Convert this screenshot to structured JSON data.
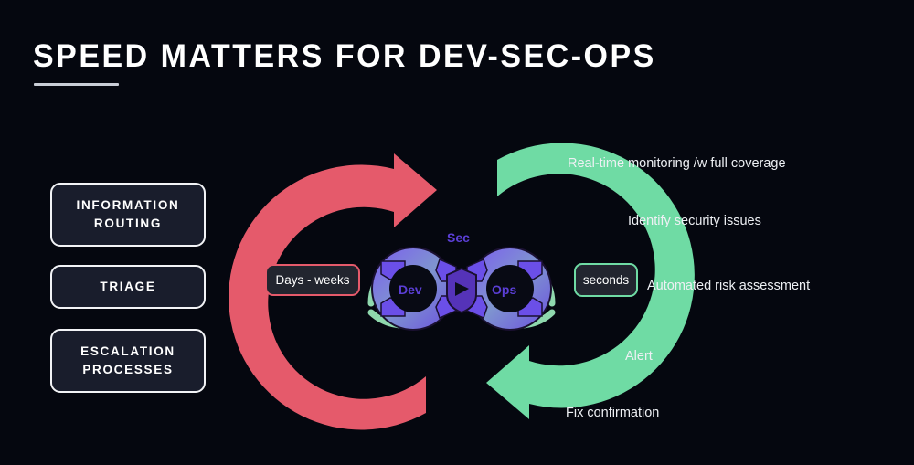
{
  "slide": {
    "title": "SPEED MATTERS FOR DEV-SEC-OPS",
    "background_color": "#05070f"
  },
  "colors": {
    "background": "#05070f",
    "slow_arc": "#e55a6b",
    "fast_arc": "#6fdba4",
    "card_fill": "#191d2c",
    "card_border": "#f2f3f6",
    "badge_fill": "#22252f",
    "loop_label": "#5b3fd6",
    "text": "#eef0f4"
  },
  "left_column": {
    "cards": [
      {
        "label": "INFORMATION ROUTING"
      },
      {
        "label": "TRIAGE"
      },
      {
        "label": "ESCALATION PROCESSES"
      }
    ]
  },
  "badges": {
    "slow": "Days - weeks",
    "fast": "seconds"
  },
  "center_logo": {
    "name": "devsecops-infinity-logo",
    "labels": {
      "dev": "Dev",
      "sec": "Sec",
      "ops": "Ops"
    }
  },
  "right_column": {
    "items": [
      {
        "label": "Real-time monitoring /w full coverage"
      },
      {
        "label": "Identify security issues"
      },
      {
        "label": "Automated risk assessment"
      },
      {
        "label": "Alert"
      },
      {
        "label": "Fix confirmation"
      }
    ]
  }
}
